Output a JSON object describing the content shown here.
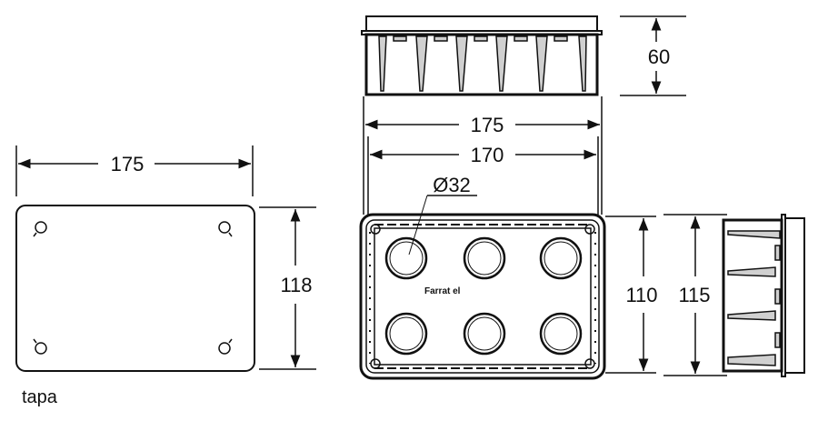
{
  "lid": {
    "label": "tapa",
    "width_dim": "175",
    "height_dim": "118"
  },
  "top_view": {
    "height_dim": "60"
  },
  "front_view": {
    "outer_width_dim": "175",
    "inner_width_dim": "170",
    "hole_dim": "Ø32",
    "brand": "Farrat el",
    "inner_height_dim": "110",
    "outer_height_dim": "115"
  },
  "colors": {
    "line": "#111111",
    "fill": "#d0d0d0"
  }
}
